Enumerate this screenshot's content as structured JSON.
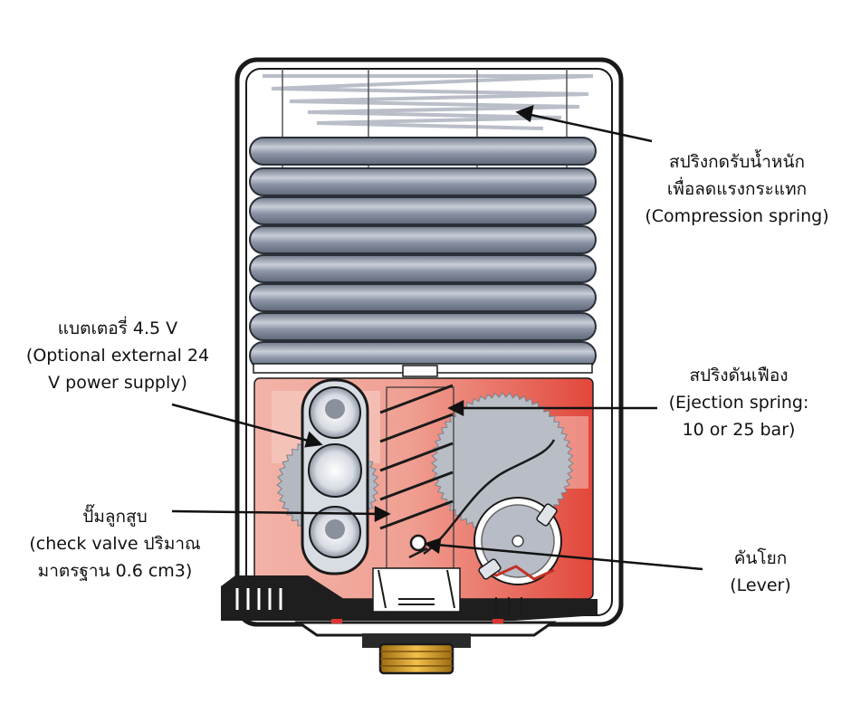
{
  "colors": {
    "housing_outline": "#1a1a1a",
    "bellows": "#8e97a8",
    "bellows_highlight": "#d4d9e2",
    "chamber_red": "#e85a4f",
    "chamber_light": "#f6c6be",
    "gear_gray": "#b8bcc4",
    "base_black": "#1e1e1e",
    "fitting_gold": "#d8a431"
  },
  "labels": {
    "spring": {
      "line1": "สปริงกดรับน้ำหนัก",
      "line2": "เพื่อลดแรงกระแทก",
      "line3": "(Compression spring)"
    },
    "battery": {
      "line1": "แบตเตอรี่ 4.5 V",
      "line2": "(Optional external 24",
      "line3": "V power supply)"
    },
    "ejection": {
      "line1": "สปริงดันเฟือง",
      "line2": "(Ejection spring:",
      "line3": "10 or 25 bar)"
    },
    "pump": {
      "line1": "ปั๊มลูกสูบ",
      "line2": "(check valve ปริมาณ",
      "line3": "มาตรฐาน 0.6 cm3)"
    },
    "lever": {
      "line1": "คันโยก",
      "line2": "(Lever)"
    }
  }
}
